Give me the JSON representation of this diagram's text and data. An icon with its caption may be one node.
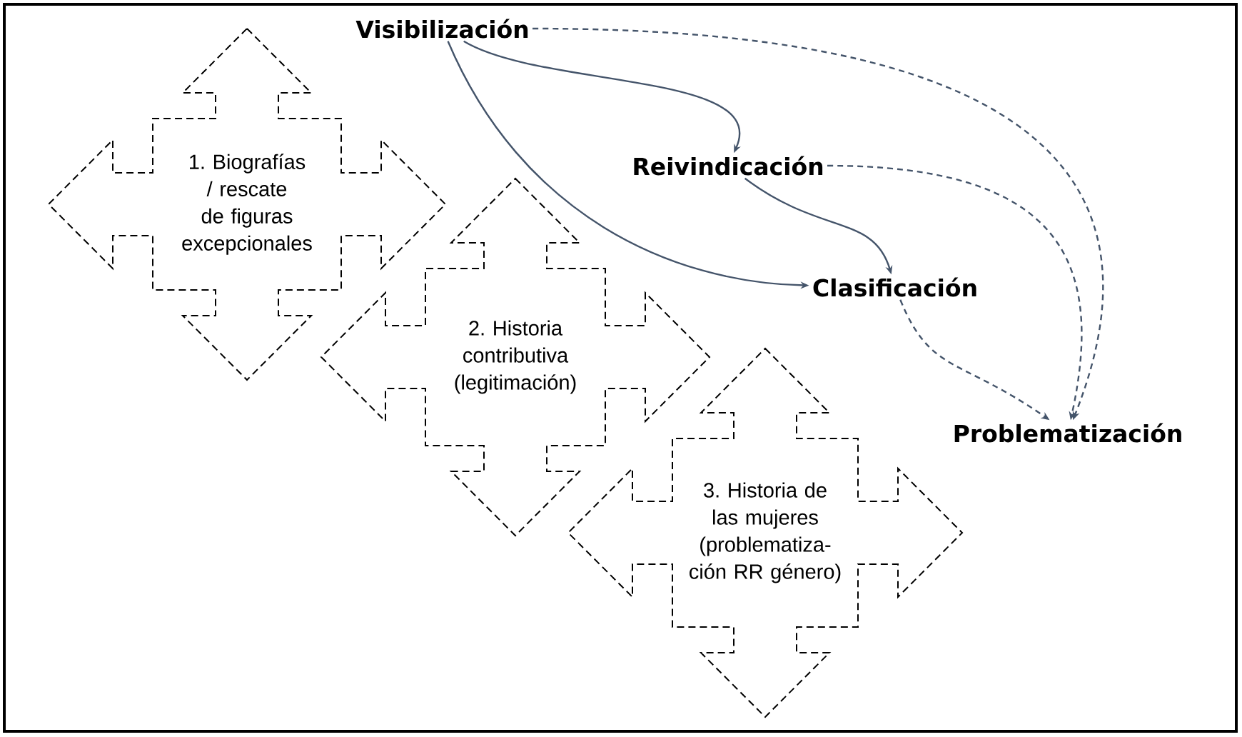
{
  "diagram": {
    "nodes": [
      {
        "text": [
          "1. Biografías / rescate de figuras excepcionales"
        ]
      },
      {
        "text": [
          "2. Historia contributiva (legitimación)"
        ]
      },
      {
        "text": [
          "3. Historia de las mujeres (problematiza- ción RR género)"
        ]
      },
      {
        "text": [
          "Visibilización"
        ]
      },
      {
        "text": [
          "Reivindicación"
        ]
      },
      {
        "text": [
          "Clasificación"
        ]
      },
      {
        "text": [
          "Problematización"
        ]
      }
    ],
    "edges": [
      {
        "from": 3,
        "to": 4,
        "arrow": "to"
      },
      {
        "from": 3,
        "to": 5,
        "arrow": "to"
      },
      {
        "from": 4,
        "to": 5,
        "arrow": "to"
      },
      {
        "from": 3,
        "to": 6,
        "arrow": "to",
        "style": "dashed"
      },
      {
        "from": 4,
        "to": 6,
        "arrow": "to",
        "style": "dashed"
      },
      {
        "from": 5,
        "to": 6,
        "arrow": "to",
        "style": "dashed"
      }
    ]
  }
}
